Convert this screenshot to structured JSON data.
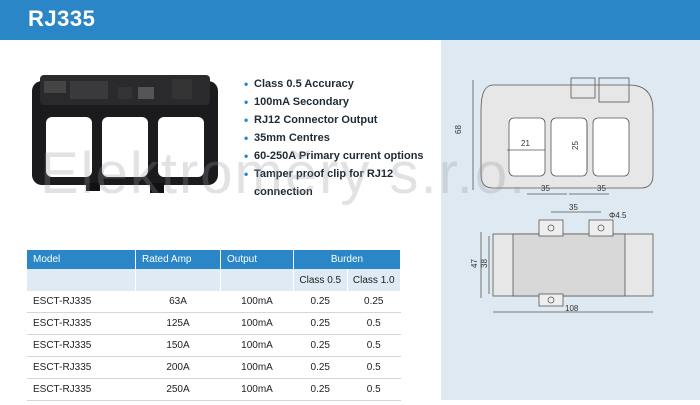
{
  "header": {
    "title": "RJ335",
    "color": "#2b86c8"
  },
  "features": [
    "Class 0.5 Accuracy",
    "100mA Secondary",
    "RJ12 Connector Output",
    "35mm Centres",
    "60-250A Primary current options",
    "Tamper proof clip for RJ12 connection"
  ],
  "table": {
    "headers": [
      "Model",
      "Rated Amp",
      "Output",
      "Burden"
    ],
    "subheaders": [
      "Class 0.5",
      "Class 1.0"
    ],
    "rows": [
      [
        "ESCT-RJ335",
        "63A",
        "100mA",
        "0.25",
        "0.25"
      ],
      [
        "ESCT-RJ335",
        "125A",
        "100mA",
        "0.25",
        "0.5"
      ],
      [
        "ESCT-RJ335",
        "150A",
        "100mA",
        "0.25",
        "0.5"
      ],
      [
        "ESCT-RJ335",
        "200A",
        "100mA",
        "0.25",
        "0.5"
      ],
      [
        "ESCT-RJ335",
        "250A",
        "100mA",
        "0.25",
        "0.5"
      ]
    ]
  },
  "drawing": {
    "top_view": {
      "height": "68",
      "window_width": "21",
      "window_height": "25",
      "centre_1": "35",
      "centre_2": "35"
    },
    "side_view": {
      "centre": "35",
      "hole": "Φ4.5",
      "height_outer": "47",
      "height_inner": "38",
      "length": "108"
    }
  },
  "watermark": "Elektroměry s.r.o."
}
